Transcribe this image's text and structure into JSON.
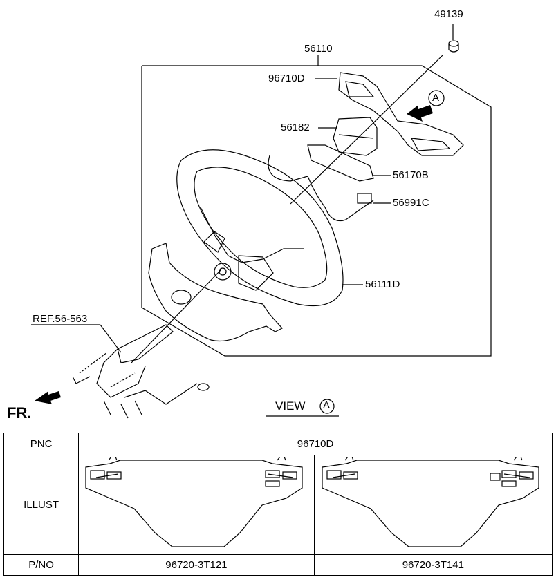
{
  "callouts": {
    "p49139": "49139",
    "p56110": "56110",
    "p96710D": "96710D",
    "p56182": "56182",
    "p56170B": "56170B",
    "p56991C": "56991C",
    "p56111D": "56111D",
    "ref": "REF.56-563",
    "fr": "FR.",
    "view_a": "VIEW",
    "a_marker": "A"
  },
  "table": {
    "pnc_label": "PNC",
    "pnc_value": "96710D",
    "illust_label": "ILLUST",
    "pno_label": "P/NO",
    "pno_values": [
      "96720-3T121",
      "96720-3T141"
    ]
  },
  "icons": [
    "arrow-a-icon",
    "fr-arrow-icon",
    "switch-bezel-icon"
  ]
}
